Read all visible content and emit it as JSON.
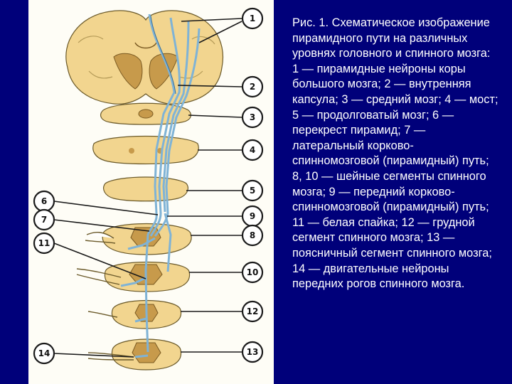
{
  "caption": "Рис. 1. Схематическое изображение пирамидного пути на различных уровнях головного и спинного мозга: 1 — пирамидные нейроны коры большого мозга; 2 — внутренняя капсула; 3 — средний мозг; 4 — мост; 5 — продолговатый мозг; 6 — перекрест пирамид; 7 — латеральный корково-спинномозговой (пирамидный) путь; 8, 10 — шейные сегменты спинного мозга; 9 — передний корково-спинномозговой (пирамидный) путь; 11 — белая спайка; 12 — грудной сегмент спинного мозга; 13 — поясничный сегмент спинного мозга; 14 — двигательные нейроны передних рогов спинного мозга.",
  "callouts": {
    "c1": "1",
    "c2": "2",
    "c3": "3",
    "c4": "4",
    "c5": "5",
    "c6": "6",
    "c7": "7",
    "c8": "8",
    "c9": "9",
    "c10": "10",
    "c11": "11",
    "c12": "12",
    "c13": "13",
    "c14": "14"
  },
  "colors": {
    "background": "#00007a",
    "panel": "#fefdf6",
    "tissue": "#f2d58f",
    "tract": "#7fb3d6"
  }
}
